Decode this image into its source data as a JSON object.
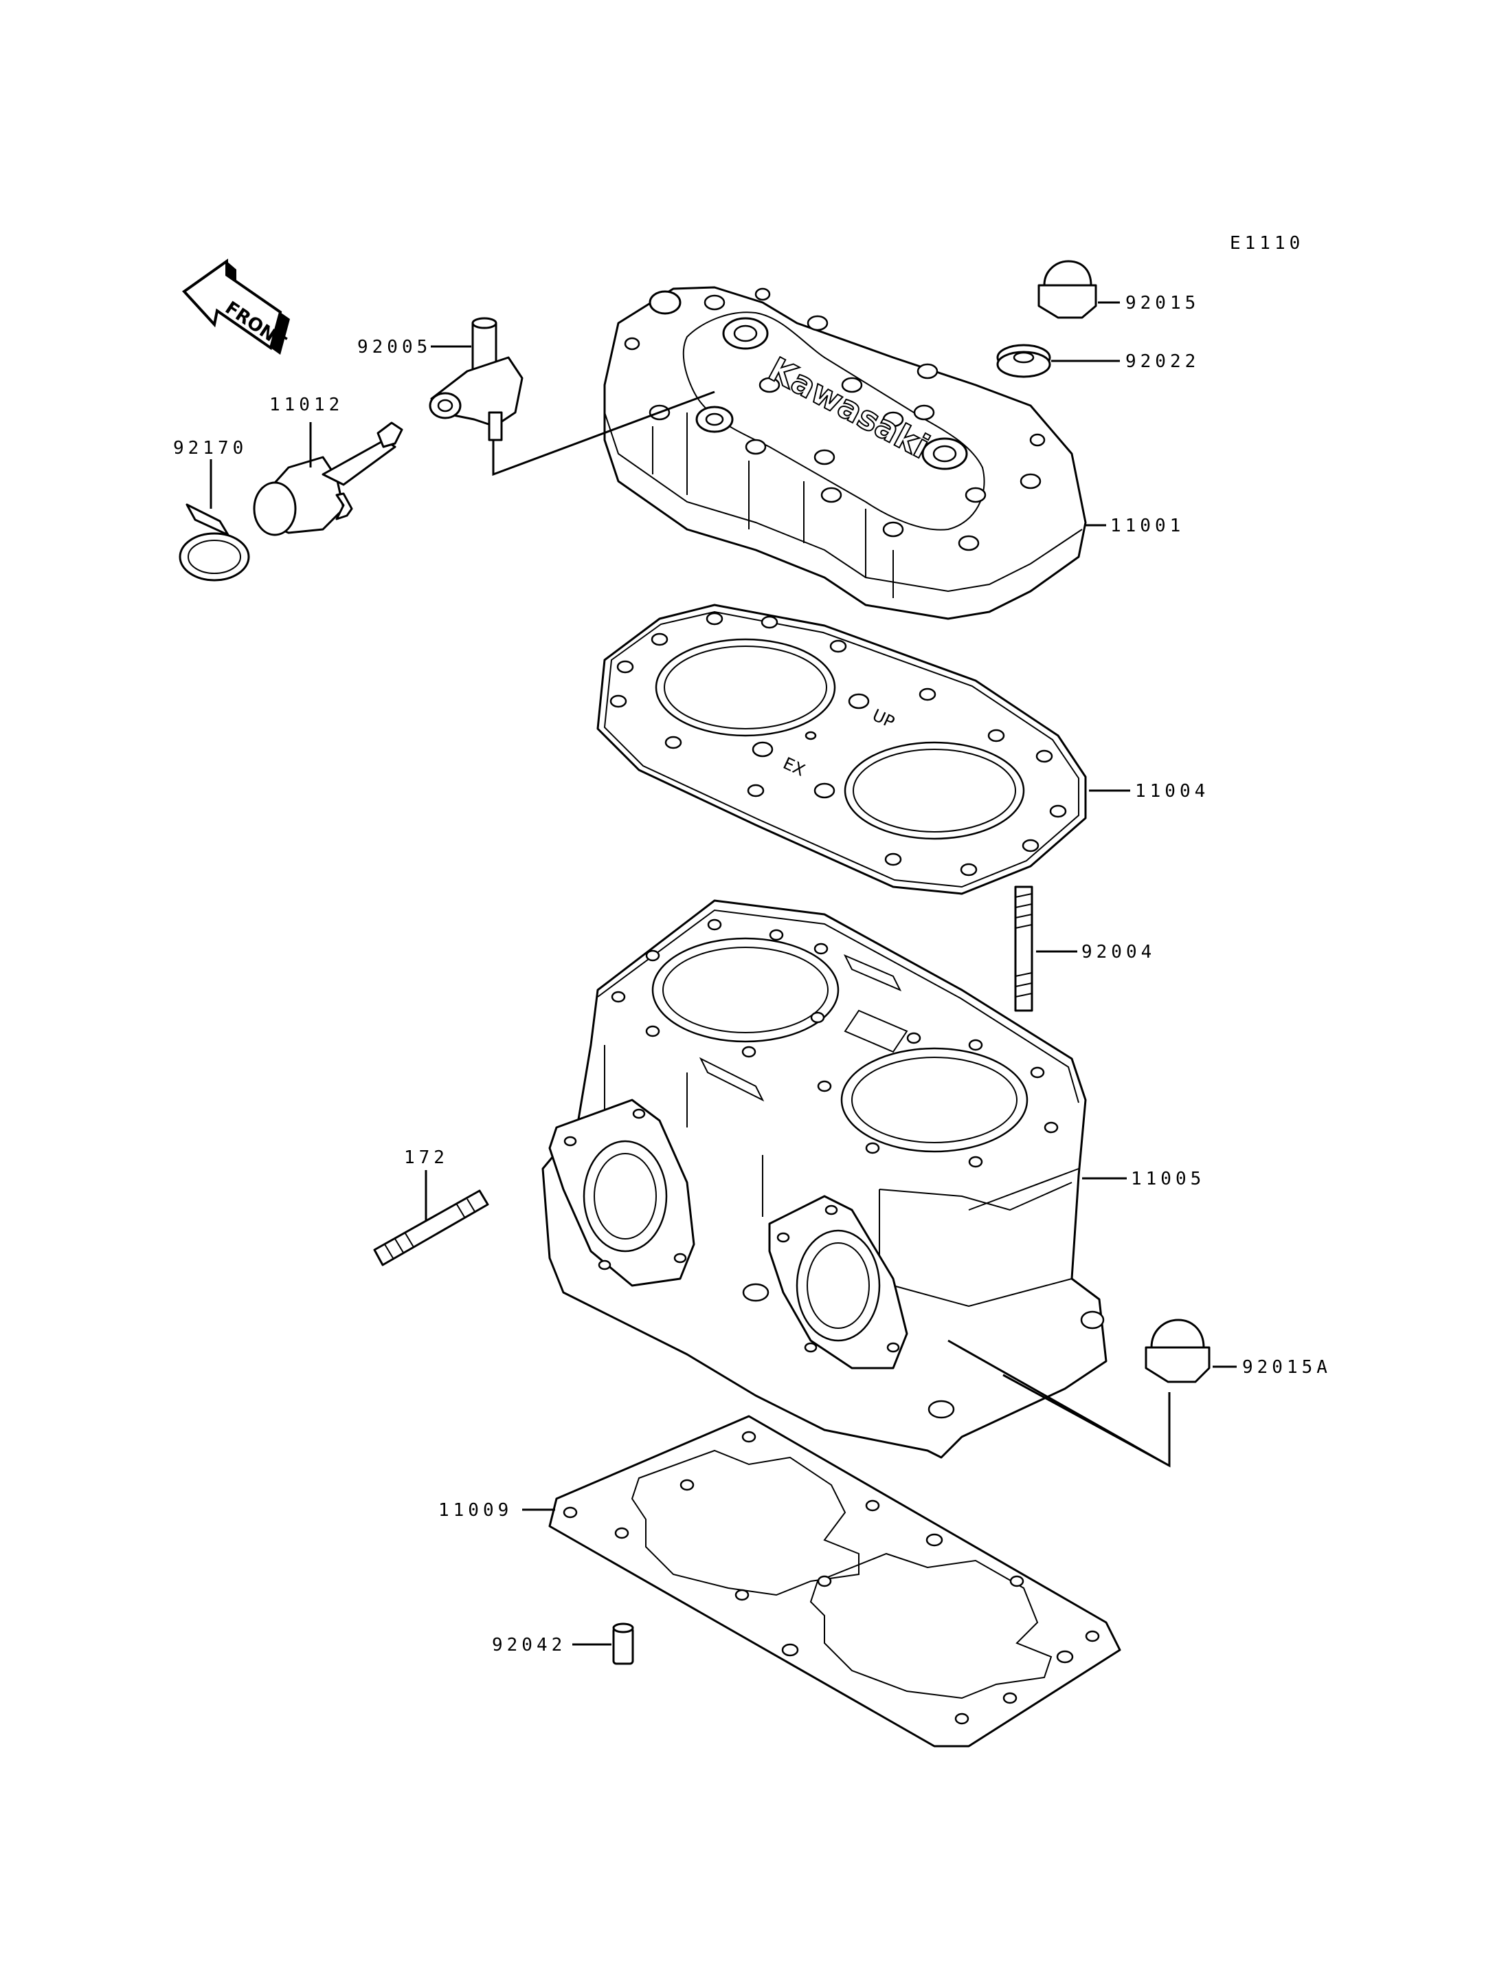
{
  "diagram_code": "E1110",
  "front_label": "FRONT",
  "brand_mark": "Kawasaki",
  "gasket_marks": {
    "up": "UP",
    "ex": "EX"
  },
  "parts": [
    {
      "id": "92015",
      "label": "92015"
    },
    {
      "id": "92022",
      "label": "92022"
    },
    {
      "id": "92005",
      "label": "92005"
    },
    {
      "id": "11012",
      "label": "11012"
    },
    {
      "id": "92170",
      "label": "92170"
    },
    {
      "id": "11001",
      "label": "11001"
    },
    {
      "id": "11004",
      "label": "11004"
    },
    {
      "id": "92004",
      "label": "92004"
    },
    {
      "id": "11005",
      "label": "11005"
    },
    {
      "id": "172",
      "label": "172"
    },
    {
      "id": "92015A",
      "label": "92015A"
    },
    {
      "id": "11009",
      "label": "11009"
    },
    {
      "id": "92042",
      "label": "92042"
    }
  ]
}
